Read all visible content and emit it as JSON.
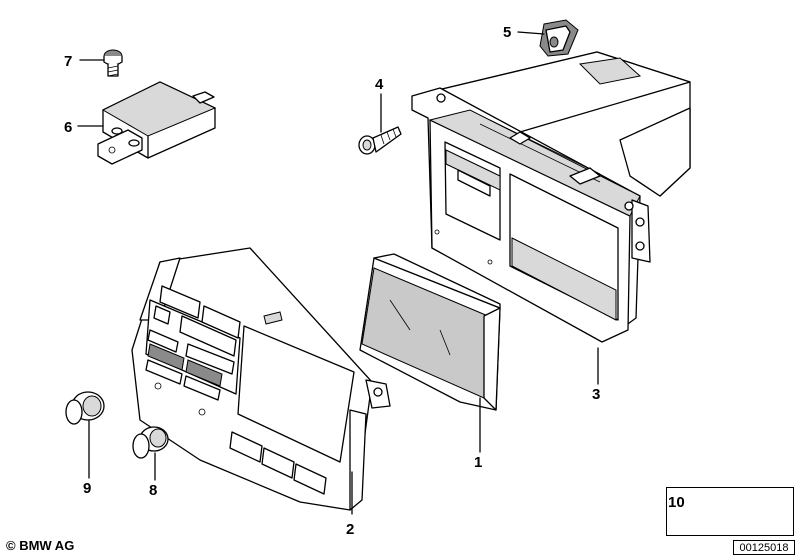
{
  "diagram": {
    "callouts": [
      {
        "id": "1",
        "label": "1"
      },
      {
        "id": "2",
        "label": "2"
      },
      {
        "id": "3",
        "label": "3"
      },
      {
        "id": "4",
        "label": "4"
      },
      {
        "id": "5",
        "label": "5"
      },
      {
        "id": "6",
        "label": "6"
      },
      {
        "id": "7",
        "label": "7"
      },
      {
        "id": "8",
        "label": "8"
      },
      {
        "id": "9",
        "label": "9"
      }
    ],
    "legend": {
      "number": "10"
    },
    "copyright": "© BMW AG",
    "document_number": "00125018"
  }
}
